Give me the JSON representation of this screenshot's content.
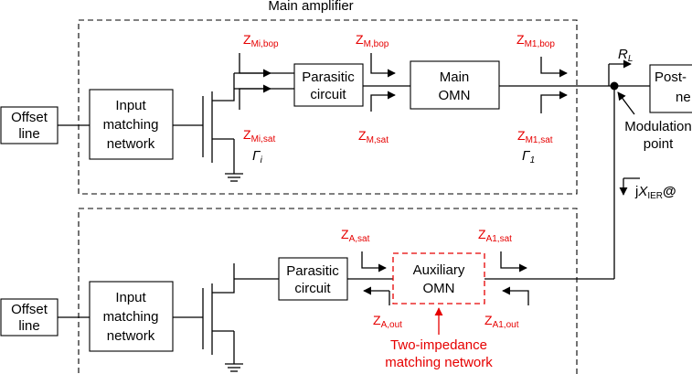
{
  "main_amp": {
    "title": "Main amplifier",
    "offset_line": [
      "Offset",
      "line"
    ],
    "input_network": [
      "Input",
      "matching",
      "network"
    ],
    "parasitic": [
      "Parasitic",
      "circuit"
    ],
    "omn": [
      "Main",
      "OMN"
    ],
    "z_mi_bop": {
      "base": "Z",
      "sub": "Mi,bop"
    },
    "z_mi_sat": {
      "base": "Z",
      "sub": "Mi,sat"
    },
    "z_m_bop": {
      "base": "Z",
      "sub": "M,bop"
    },
    "z_m_sat": {
      "base": "Z",
      "sub": "M,sat"
    },
    "z_m1_bop": {
      "base": "Z",
      "sub": "M1,bop"
    },
    "z_m1_sat": {
      "base": "Z",
      "sub": "M1,sat"
    },
    "gamma_i": {
      "base": "Γ",
      "sub": "i"
    },
    "gamma_1": {
      "base": "Γ",
      "sub": "1"
    }
  },
  "aux_amp": {
    "offset_line": [
      "Offset",
      "line"
    ],
    "input_network": [
      "Input",
      "matching",
      "network"
    ],
    "parasitic": [
      "Parasitic",
      "circuit"
    ],
    "omn": [
      "Auxiliary",
      "OMN"
    ],
    "z_a_sat": {
      "base": "Z",
      "sub": "A,sat"
    },
    "z_a_out": {
      "base": "Z",
      "sub": "A,out"
    },
    "z_a1_sat": {
      "base": "Z",
      "sub": "A1,sat"
    },
    "z_a1_out": {
      "base": "Z",
      "sub": "A1,out"
    },
    "two_impedance": [
      "Two-impedance",
      "matching network"
    ]
  },
  "output": {
    "rl": {
      "base": "R",
      "sub": "L"
    },
    "post": [
      "Post-",
      "ne"
    ],
    "modulation": [
      "Modulation",
      "point"
    ],
    "jx": {
      "pre": "j",
      "base": "X",
      "sub": "IER",
      "post": "@"
    }
  },
  "colors": {
    "annotation": "#e60000",
    "lines": "#000000"
  }
}
